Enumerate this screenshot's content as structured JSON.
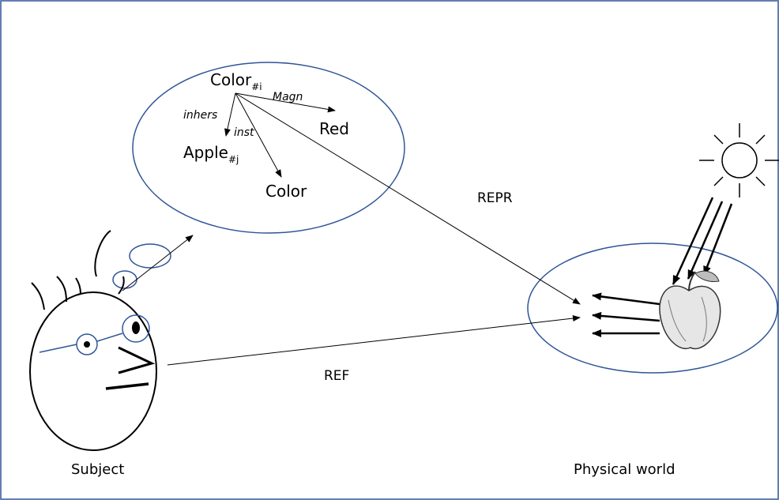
{
  "concepts": {
    "color_concept": {
      "base": "Color",
      "sub": "#i"
    },
    "apple_concept": {
      "base": "Apple",
      "sub": "#j"
    },
    "red": "Red",
    "color": "Color"
  },
  "relations": {
    "magn": "Magn",
    "inhers": "inhers",
    "inst": "inst",
    "repr": "REPR",
    "ref": "REF"
  },
  "captions": {
    "subject": "Subject",
    "physical_world": "Physical world"
  },
  "colors": {
    "ellipse_stroke": "#2f5597",
    "frame_stroke": "#2f5597",
    "ink": "#000000"
  },
  "icons": [
    "sun-icon",
    "apple-icon",
    "face-icon"
  ]
}
